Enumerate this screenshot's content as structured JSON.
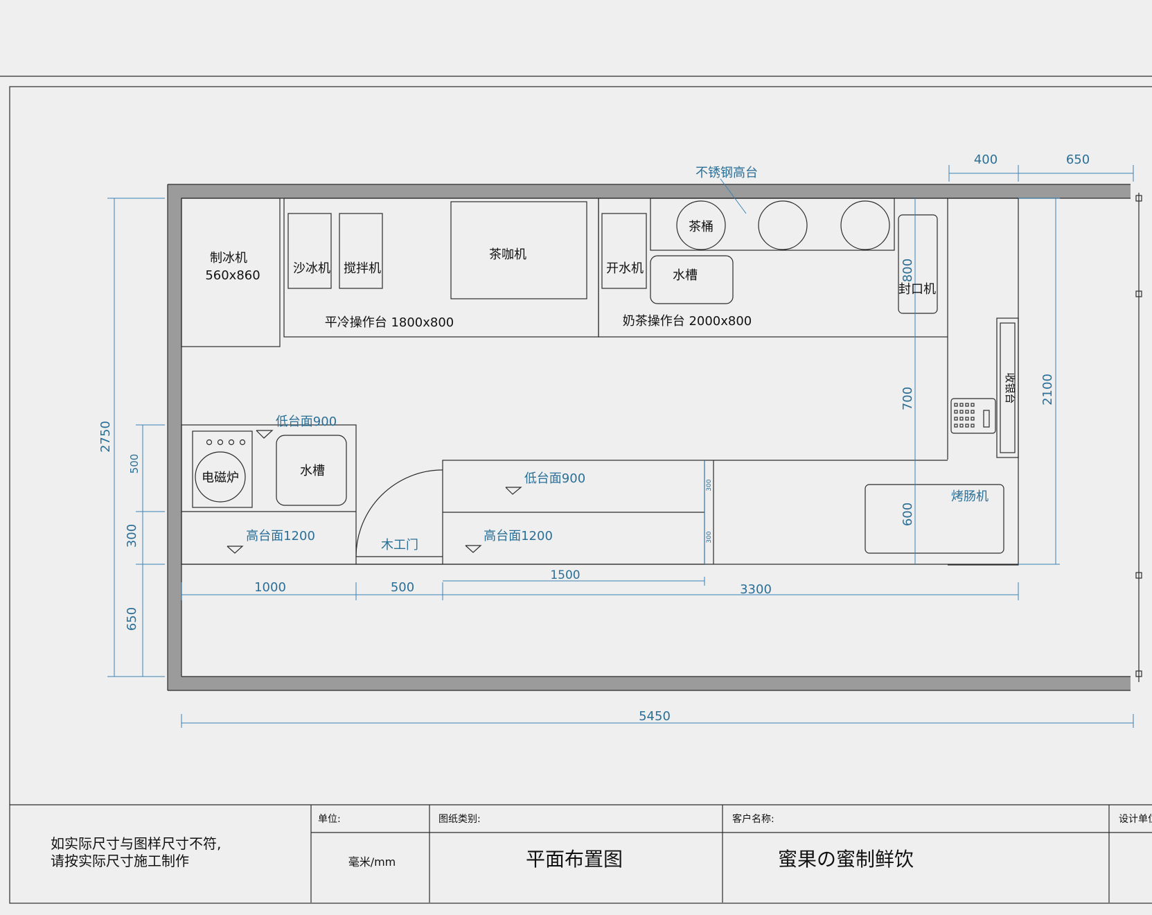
{
  "plan": {
    "labels": {
      "ice_maker": "制冰机",
      "ice_maker_size": "560x860",
      "slush_machine": "沙冰机",
      "blender": "搅拌机",
      "tea_coffee_machine": "茶咖机",
      "flat_cold_counter": "平冷操作台 1800x800",
      "boiling_water_machine": "开水机",
      "sink_top": "水槽",
      "tea_bucket": "茶桶",
      "stainless_high_counter": "不锈钢高台",
      "sealer": "封口机",
      "milk_tea_counter": "奶茶操作台 2000x800",
      "cashier": "收银台",
      "low_counter_1": "低台面900",
      "induction_cooker": "电磁炉",
      "sink_left": "水槽",
      "high_counter_1": "高台面1200",
      "wood_door": "木工门",
      "low_counter_2": "低台面900",
      "high_counter_2": "高台面1200",
      "sausage_grill": "烤肠机"
    },
    "dimensions": {
      "top_400": "400",
      "top_650": "650",
      "left_2750": "2750",
      "left_500": "500",
      "left_300": "300",
      "left_650": "650",
      "b_1000": "1000",
      "b_500": "500",
      "b_1500": "1500",
      "b_3300": "3300",
      "total_5450": "5450",
      "r_800": "800",
      "r_700": "700",
      "r_600": "600",
      "r_2100": "2100",
      "small_300a": "300",
      "small_300b": "300"
    }
  },
  "title_block": {
    "note_line1": "如实际尺寸与图样尺寸不符,",
    "note_line2": "请按实际尺寸施工制作",
    "unit_header": "单位:",
    "unit_value": "毫米/mm",
    "category_header": "图纸类别:",
    "category_value": "平面布置图",
    "client_header": "客户名称:",
    "client_value": "蜜果の蜜制鲜饮",
    "designer_header": "设计单位"
  },
  "colors": {
    "paper": "#efefef",
    "wall": "#9b9b9b",
    "line": "#2b2b2b",
    "dimension": "#3a82b5",
    "blue_text": "#2a6f97"
  }
}
